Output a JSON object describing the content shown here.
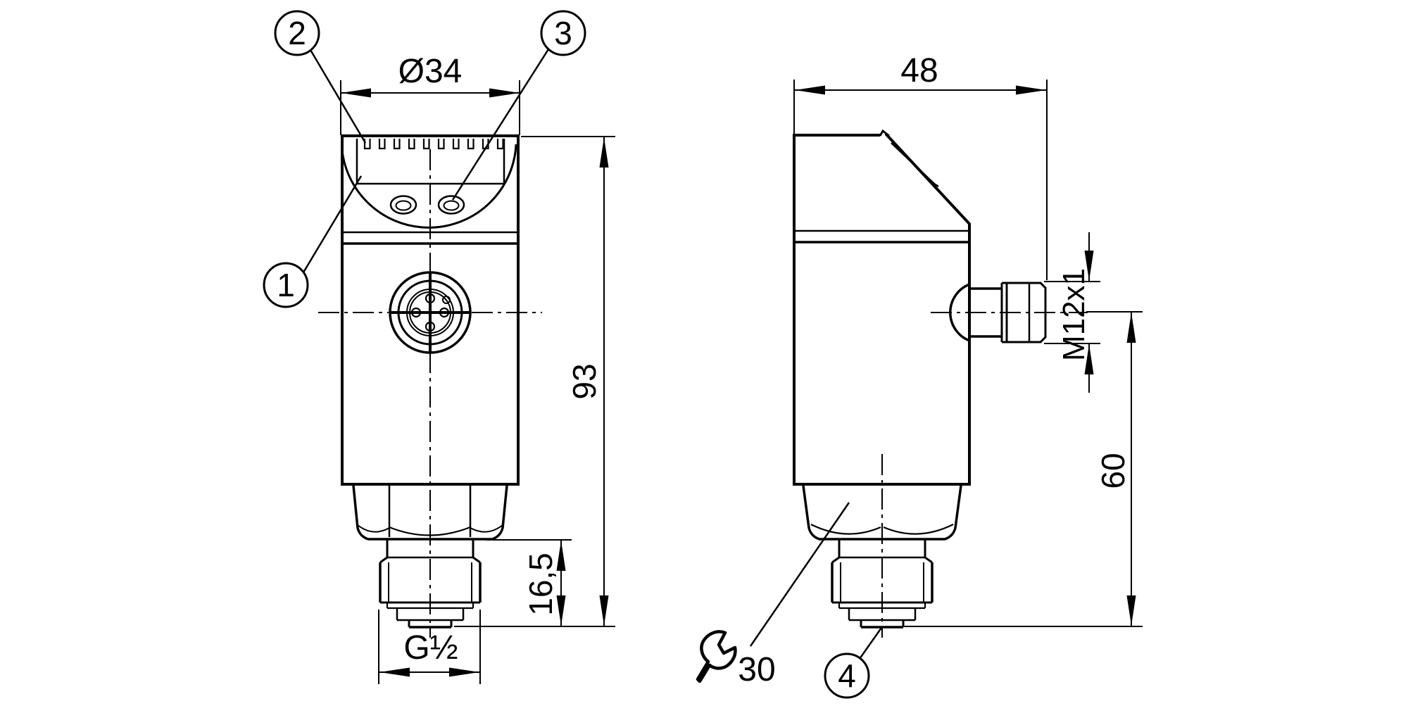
{
  "drawing": {
    "background": "#ffffff",
    "ink": "#000000"
  },
  "dimensions": {
    "diameter": "Ø34",
    "depth": "48",
    "height": "93",
    "thread_length": "16,5",
    "process_connection": "G½",
    "connector_thread": "M12x1",
    "install_height": "60",
    "wrench_size": "30"
  },
  "callouts": [
    {
      "label": "1"
    },
    {
      "label": "2"
    },
    {
      "label": "3"
    },
    {
      "label": "4"
    }
  ],
  "icons": {
    "wrench": "wrench-icon"
  }
}
